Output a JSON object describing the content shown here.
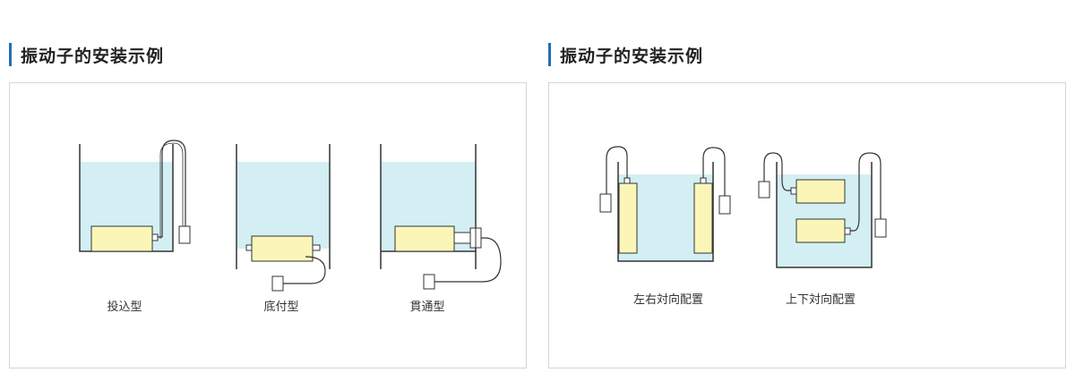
{
  "panels": [
    {
      "title": "振动子的安装示例",
      "labels": [
        "投込型",
        "底付型",
        "貫通型"
      ]
    },
    {
      "title": "振动子的安装示例",
      "labels": [
        "左右対向配置",
        "上下対向配置"
      ]
    }
  ],
  "colors": {
    "accent": "#1f6fb5",
    "water": "#d3eff4",
    "transducer": "#fbf6b8",
    "line": "#333333",
    "border": "#d5d5d5"
  }
}
